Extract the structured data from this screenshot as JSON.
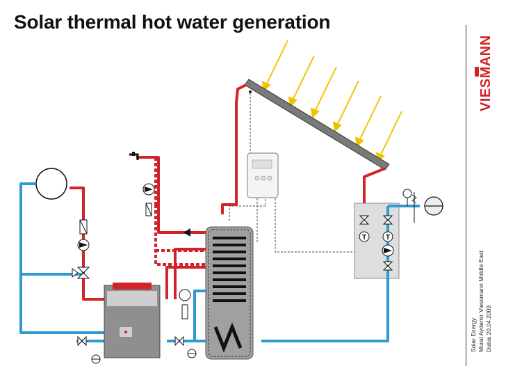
{
  "slide": {
    "title": "Solar thermal hot water generation"
  },
  "logo": {
    "text": "VIESMANN",
    "color": "#d2232a"
  },
  "footer": {
    "line1": "Solar Energy",
    "line2": "Murat Aydemir  Viessmann Middle East",
    "line3": "Dubai 20.04.2009"
  },
  "colors": {
    "hot_pipe": "#d2232a",
    "cold_pipe": "#2e9ad0",
    "sun_rays": "#f2c200",
    "collector": "#7a7a7a",
    "tank_body": "#a0a0a0",
    "control_line": "#444444"
  },
  "icons": {
    "pressure_gauge": "pressure-gauge-icon",
    "valve": "valve-icon",
    "pump": "pump-icon",
    "thermometer": "thermometer-icon",
    "flow_meter": "flow-meter-icon",
    "tap": "tap-icon",
    "heating_radiator": "radiator-icon",
    "expansion_vessel": "expansion-vessel-icon"
  },
  "labels": {
    "thermometer_symbol": "T"
  }
}
